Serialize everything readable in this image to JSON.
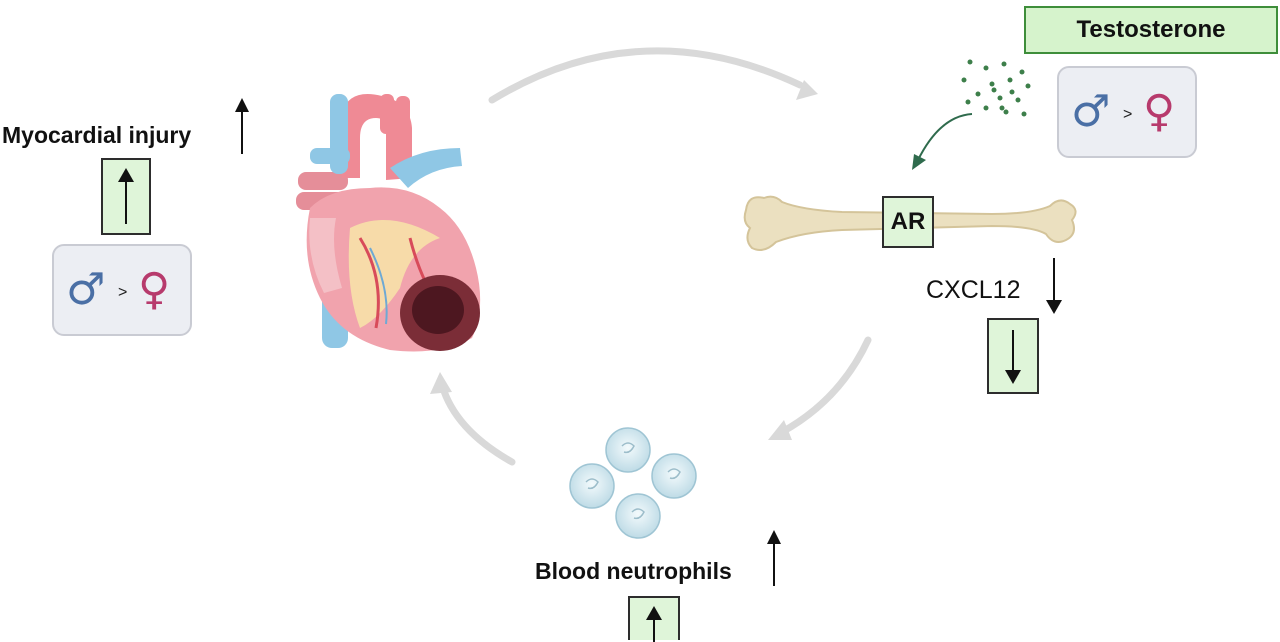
{
  "hormone": {
    "label": "Testosterone"
  },
  "receptor": {
    "label": "AR"
  },
  "chemokine": {
    "label": "CXCL12"
  },
  "injury": {
    "label": "Myocardial injury"
  },
  "neutrophils": {
    "label": "Blood neutrophils"
  },
  "sex_comparison": {
    "male_symbol": "♂",
    "greater_than": ">",
    "female_symbol": "♀"
  },
  "colors": {
    "green_box": "#dff5d9",
    "hormone_box": "#d6f3cc",
    "hormone_border": "#3e8e3a",
    "dots": "#3d7f4a",
    "cycle_arrow": "#d8d8d8",
    "male": "#4a6fa5",
    "female": "#b73a6c"
  },
  "icons": [
    "heart-illustration",
    "bone-illustration",
    "neutrophil-cell-icon",
    "up-arrow-icon",
    "down-arrow-icon",
    "curved-arrow-icon"
  ]
}
